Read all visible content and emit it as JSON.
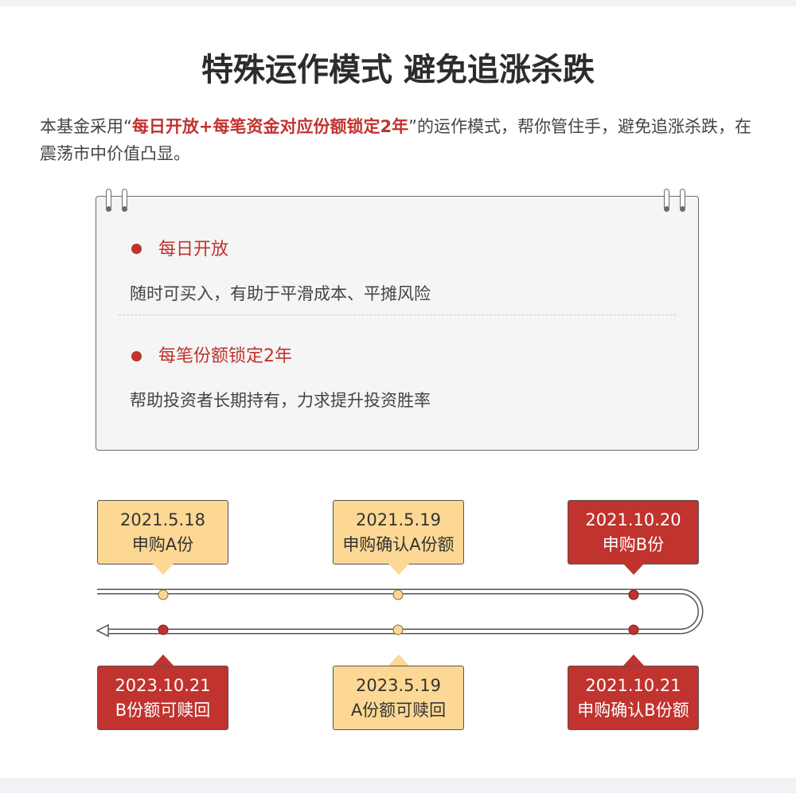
{
  "title": "特殊运作模式 避免追涨杀跌",
  "intro": {
    "prefix": "本基金采用“",
    "highlight": "每日开放+每笔资金对应份额锁定2年",
    "suffix": "”的运作模式，帮你管住手，避免追涨杀跌，在震荡市中价值凸显。"
  },
  "card": {
    "items": [
      {
        "title": "每日开放",
        "desc": "随时可买入，有助于平滑成本、平摊风险"
      },
      {
        "title": "每笔份额锁定2年",
        "desc": "帮助投资者长期持有，力求提升投资胜率"
      }
    ]
  },
  "timeline": {
    "top": [
      {
        "date": "2021.5.18",
        "label": "申购A份",
        "style": "yellow"
      },
      {
        "date": "2021.5.19",
        "label": "申购确认A份额",
        "style": "yellow"
      },
      {
        "date": "2021.10.20",
        "label": "申购B份",
        "style": "red"
      }
    ],
    "bottom": [
      {
        "date": "2023.10.21",
        "label": "B份额可赎回",
        "style": "red"
      },
      {
        "date": "2023.5.19",
        "label": "A份额可赎回",
        "style": "yellow"
      },
      {
        "date": "2021.10.21",
        "label": "申购确认B份额",
        "style": "red"
      }
    ]
  },
  "colors": {
    "accent_red": "#c0332e",
    "accent_yellow": "#fdd894",
    "line": "#555555"
  }
}
